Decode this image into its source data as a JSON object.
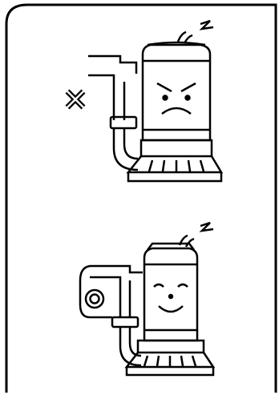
{
  "panels": [
    {
      "id": "incorrect",
      "mark": "cross",
      "mark_icon": "x-cross-icon",
      "face": "angry",
      "face_icon": "angry-face-icon",
      "noise_icon": "noise-spark-icon",
      "pipe_layout": "no-support"
    },
    {
      "id": "correct",
      "mark": "circle",
      "mark_icon": "double-circle-icon",
      "face": "happy",
      "face_icon": "smiling-face-icon",
      "noise_icon": "noise-spark-icon",
      "pipe_layout": "supported-loop"
    }
  ],
  "colors": {
    "line": "#000000",
    "background": "#ffffff"
  }
}
